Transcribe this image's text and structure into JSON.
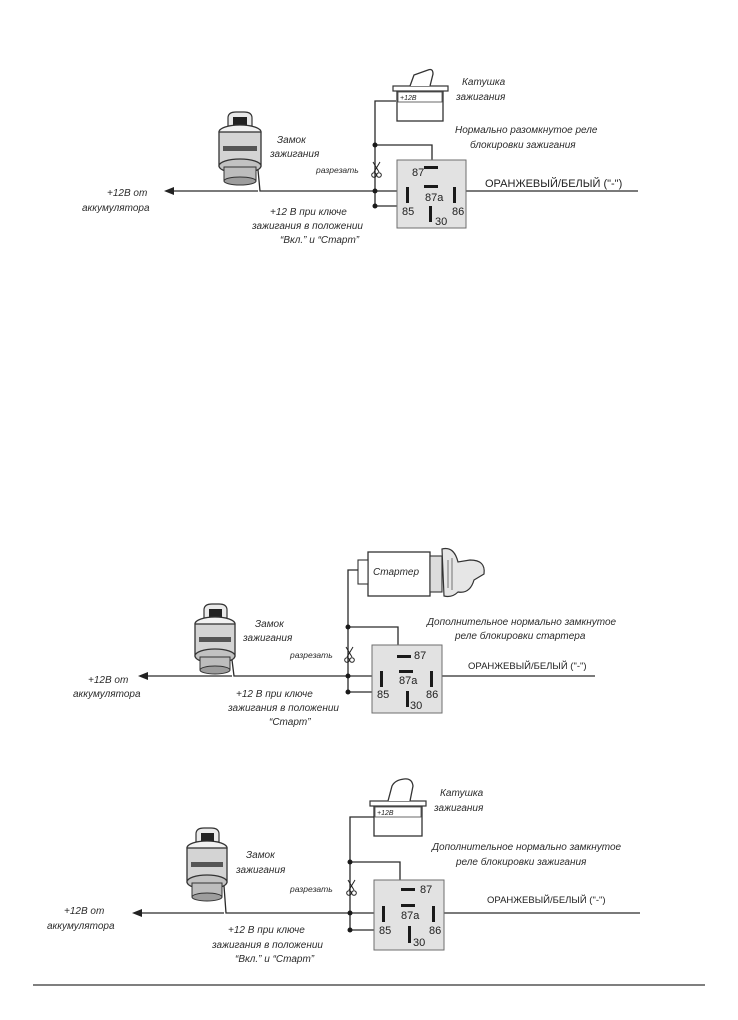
{
  "diagrams": [
    {
      "battery_label": [
        "+12В от",
        "аккумулятора"
      ],
      "lock_label": [
        "Замок",
        "зажигания"
      ],
      "power_label": [
        "+12 В при ключе",
        "зажигания в положении",
        "“Вкл.” и “Старт”"
      ],
      "cut_label": "разрезать",
      "load_label": [
        "Катушка",
        "зажигания"
      ],
      "load_terminal": "+12В",
      "relay_title": [
        "Нормально разомкнутое реле",
        "блокировки зажигания"
      ],
      "wire_label": "ОРАНЖЕВЫЙ/БЕЛЫЙ (\"-\")",
      "pins": [
        "87",
        "87a",
        "85",
        "86",
        "30"
      ]
    },
    {
      "battery_label": [
        "+12В от",
        "аккумулятора"
      ],
      "lock_label": [
        "Замок",
        "зажигания"
      ],
      "power_label": [
        "+12 В при ключе",
        "зажигания в положении",
        "“Старт”"
      ],
      "cut_label": "разрезать",
      "load_label": [
        "Стартер"
      ],
      "relay_title": [
        "Дополнительное нормально замкнутое",
        "реле блокировки стартера"
      ],
      "wire_label": "ОРАНЖЕВЫЙ/БЕЛЫЙ (\"-\")",
      "pins": [
        "87",
        "87a",
        "85",
        "86",
        "30"
      ]
    },
    {
      "battery_label": [
        "+12В от",
        "аккумулятора"
      ],
      "lock_label": [
        "Замок",
        "зажигания"
      ],
      "power_label": [
        "+12 В при ключе",
        "зажигания в положении",
        "“Вкл.” и “Старт”"
      ],
      "cut_label": "разрезать",
      "load_label": [
        "Катушка",
        "зажигания"
      ],
      "load_terminal": "+12В",
      "relay_title": [
        "Дополнительное нормально замкнутое",
        "реле блокировки зажигания"
      ],
      "wire_label": "ОРАНЖЕВЫЙ/БЕЛЫЙ (\"-\")",
      "pins": [
        "87",
        "87a",
        "85",
        "86",
        "30"
      ]
    }
  ]
}
